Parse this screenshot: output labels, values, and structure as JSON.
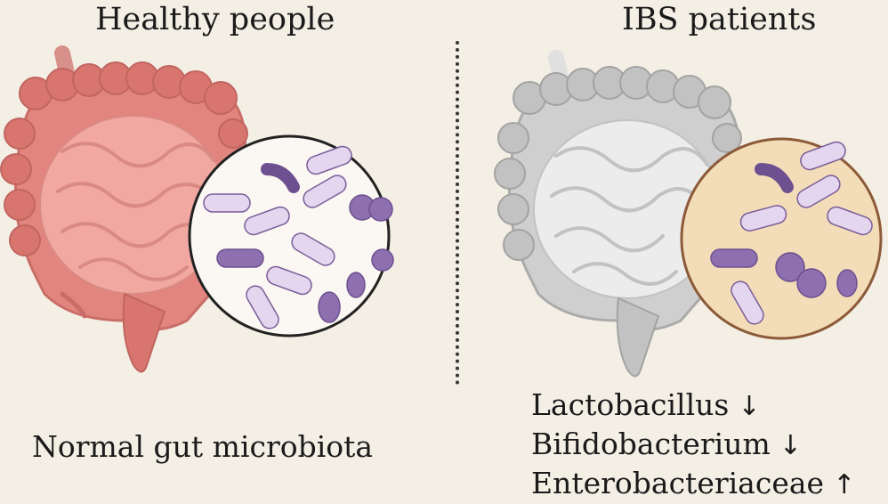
{
  "panels": {
    "left": {
      "title": "Healthy people",
      "caption": "Normal gut microbiota",
      "colors": {
        "intestine": "#e3857f",
        "intestine_dark": "#c96d68",
        "bubble_bg": "#fbf8f3",
        "bubble_border": "#222222"
      }
    },
    "right": {
      "title": "IBS patients",
      "colors": {
        "intestine": "#cfcfcf",
        "intestine_dark": "#ababab",
        "bubble_bg": "#f3ddb9",
        "bubble_border": "#8c5a38"
      },
      "changes": [
        {
          "taxon": "Lactobacillus",
          "arrow": "↓"
        },
        {
          "taxon": "Bifidobacterium",
          "arrow": "↓"
        },
        {
          "taxon": "Enterobacteriaceae",
          "arrow": "↑"
        }
      ]
    }
  },
  "icons": {
    "bacteria_rod": "bacteria-rod-icon",
    "bacteria_coccus": "bacteria-coccus-icon"
  },
  "bacteria_colors": {
    "light": "#e4d6ef",
    "dark": "#8e6fb0",
    "outline": "#7a5d9a"
  }
}
